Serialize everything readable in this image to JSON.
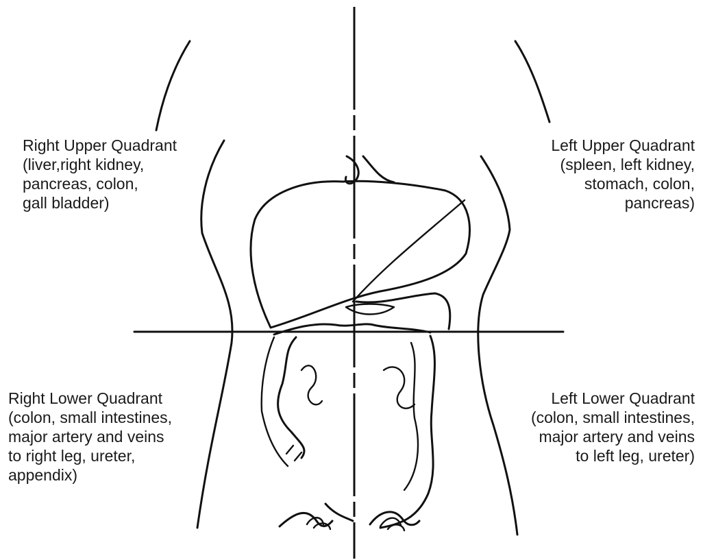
{
  "quadrants": {
    "right_upper": {
      "lines": [
        "Right Upper Quadrant",
        "(liver,right kidney,",
        "pancreas, colon,",
        "gall bladder)"
      ]
    },
    "left_upper": {
      "lines": [
        "Left Upper Quadrant",
        "(spleen, left kidney,",
        "stomach, colon,",
        "pancreas)"
      ]
    },
    "right_lower": {
      "lines": [
        "Right Lower Quadrant",
        "(colon, small intestines,",
        "major artery and veins",
        "to right leg, ureter,",
        "appendix)"
      ]
    },
    "left_lower": {
      "lines": [
        "Left Lower Quadrant",
        "(colon, small intestines,",
        "major artery and veins",
        "to left leg, ureter)"
      ]
    }
  }
}
